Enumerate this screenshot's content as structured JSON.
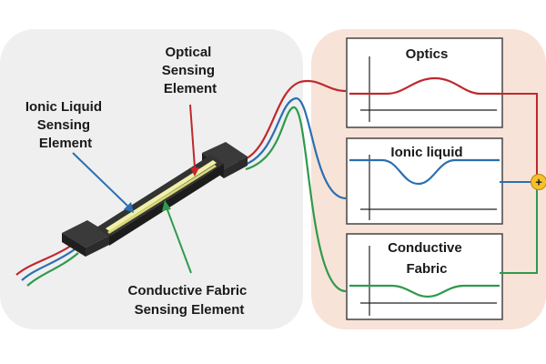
{
  "labels": {
    "optical": [
      "Optical",
      "Sensing",
      "Element"
    ],
    "ionic": [
      "Ionic Liquid",
      "Sensing",
      "Element"
    ],
    "fabric": [
      "Conductive Fabric",
      "Sensing Element"
    ]
  },
  "plots": [
    {
      "title_lines": [
        "Optics"
      ],
      "signal": "bump-up",
      "color": "#c0282d"
    },
    {
      "title_lines": [
        "Ionic liquid"
      ],
      "signal": "dip-down",
      "color": "#2a6fb0"
    },
    {
      "title_lines": [
        "Conductive",
        "Fabric"
      ],
      "signal": "small-dip",
      "color": "#2e9a4c"
    }
  ],
  "sum_symbol": "+",
  "colors": {
    "left_panel": "#efefef",
    "right_panel": "#f8e3d8",
    "sum_node": "#f5c02b",
    "sensor_body": "#2b2b2b",
    "channel": "#f0f0a8",
    "red": "#c0282d",
    "blue": "#2a6fb0",
    "green": "#2e9a4c"
  }
}
